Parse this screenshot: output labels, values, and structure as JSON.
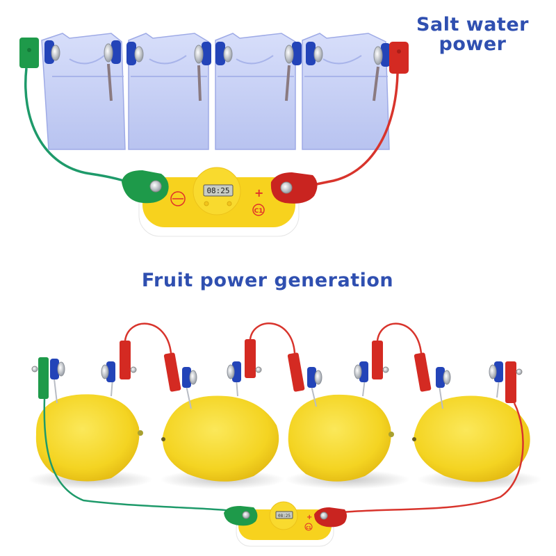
{
  "headings": {
    "salt_water": "Salt water\npower",
    "salt_water_line1": "Salt water",
    "salt_water_line2": "power",
    "fruit": "Fruit power generation"
  },
  "salt_water_section": {
    "cell_count": 4,
    "cell_color": "#c6cff5",
    "negative_clip_color": "#1e9a4a",
    "positive_clip_color": "#d42a22",
    "clock_module": {
      "display": "08:25",
      "plus_label": "+",
      "component_label": "C1",
      "body_color": "#f7d21e"
    }
  },
  "fruit_section": {
    "lemon_count": 4,
    "lemon_color": "#f5d92a",
    "clock_module": {
      "display": "08:25",
      "plus_label": "+",
      "component_label": "C1"
    }
  },
  "colors": {
    "heading": "#2f4fb0",
    "wire_green": "#1e9a6a",
    "wire_red": "#d8342c",
    "electrode_blue": "#2344b8"
  }
}
